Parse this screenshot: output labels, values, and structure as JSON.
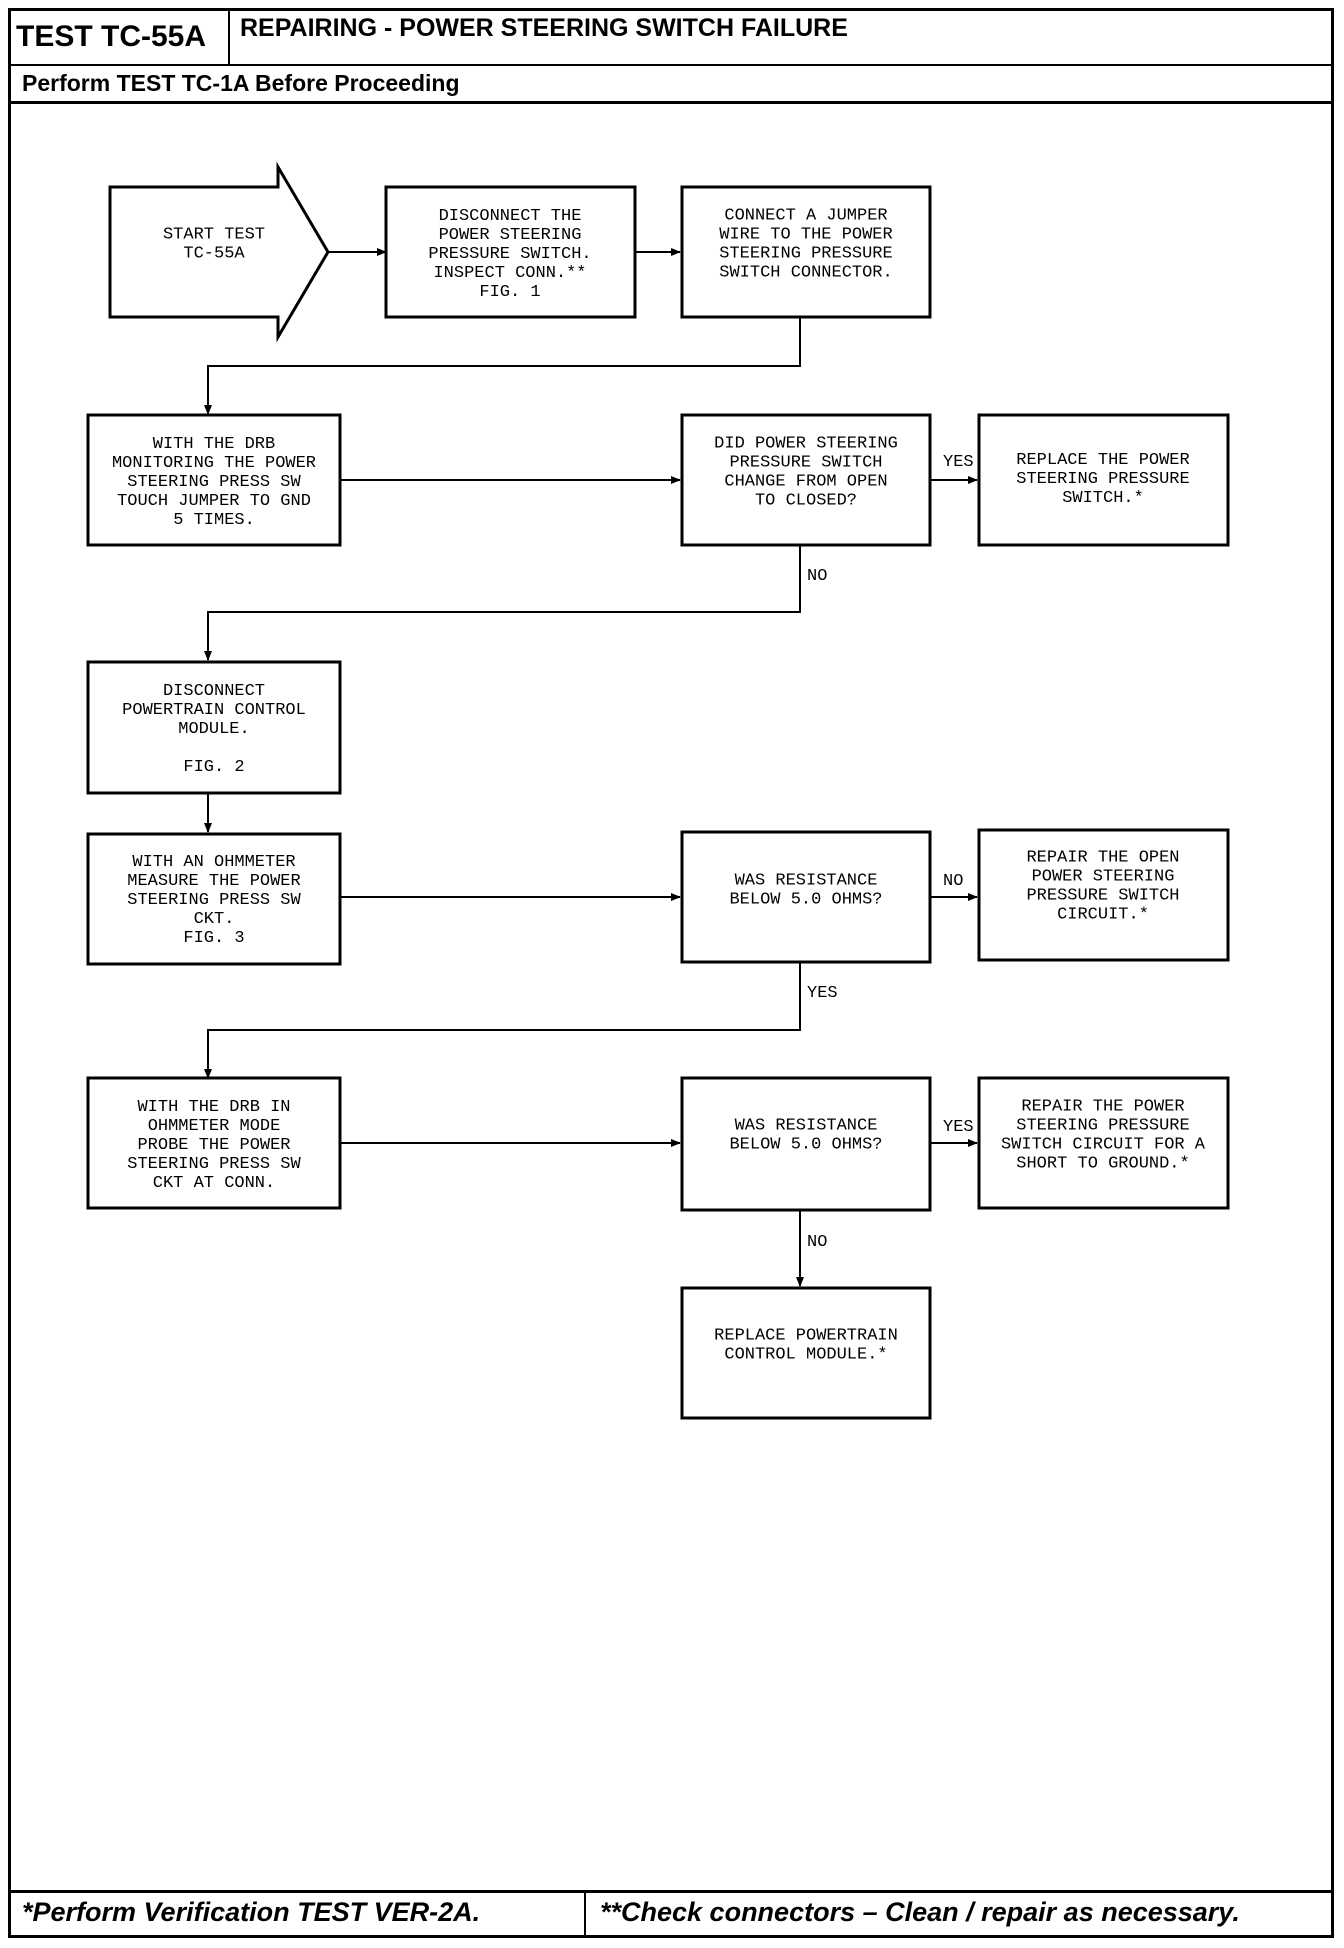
{
  "header": {
    "test_id": "TEST TC-55A",
    "title": "REPAIRING - POWER STEERING SWITCH FAILURE",
    "prereq": "Perform TEST TC-1A Before Proceeding"
  },
  "nodes": {
    "start": [
      "START TEST",
      "TC-55A"
    ],
    "n1": [
      "DISCONNECT THE",
      "POWER STEERING",
      "PRESSURE SWITCH.",
      "INSPECT CONN.**",
      "FIG. 1"
    ],
    "n2": [
      "CONNECT A JUMPER",
      "WIRE TO THE POWER",
      "STEERING PRESSURE",
      "SWITCH CONNECTOR."
    ],
    "n3": [
      "WITH THE DRB",
      "MONITORING THE POWER",
      "STEERING PRESS SW",
      "TOUCH JUMPER TO GND",
      "5 TIMES."
    ],
    "d1": [
      "DID POWER STEERING",
      "PRESSURE SWITCH",
      "CHANGE FROM OPEN",
      "TO CLOSED?"
    ],
    "r1": [
      "REPLACE THE POWER",
      "STEERING PRESSURE",
      "SWITCH.*"
    ],
    "n4": [
      "DISCONNECT",
      "POWERTRAIN CONTROL",
      "MODULE.",
      "",
      "FIG. 2"
    ],
    "n5": [
      "WITH AN OHMMETER",
      "MEASURE THE POWER",
      "STEERING PRESS SW",
      "CKT.",
      "FIG. 3"
    ],
    "d2": [
      "WAS RESISTANCE",
      "BELOW 5.0 OHMS?"
    ],
    "r2": [
      "REPAIR THE OPEN",
      "POWER STEERING",
      "PRESSURE SWITCH",
      "CIRCUIT.*"
    ],
    "n6": [
      "WITH THE DRB IN",
      "OHMMETER MODE",
      "PROBE THE POWER",
      "STEERING PRESS SW",
      "CKT AT CONN."
    ],
    "d3": [
      "WAS RESISTANCE",
      "BELOW 5.0 OHMS?"
    ],
    "r3": [
      "REPAIR THE POWER",
      "STEERING PRESSURE",
      "SWITCH CIRCUIT FOR A",
      "SHORT TO GROUND.*"
    ],
    "r4": [
      "REPLACE POWERTRAIN",
      "CONTROL MODULE.*"
    ]
  },
  "labels": {
    "d1_yes": "YES",
    "d1_no": "NO",
    "d2_no": "NO",
    "d2_yes": "YES",
    "d3_yes": "YES",
    "d3_no": "NO"
  },
  "footer": {
    "left": "*Perform Verification TEST VER-2A.",
    "right": "**Check connectors – Clean / repair as necessary."
  }
}
